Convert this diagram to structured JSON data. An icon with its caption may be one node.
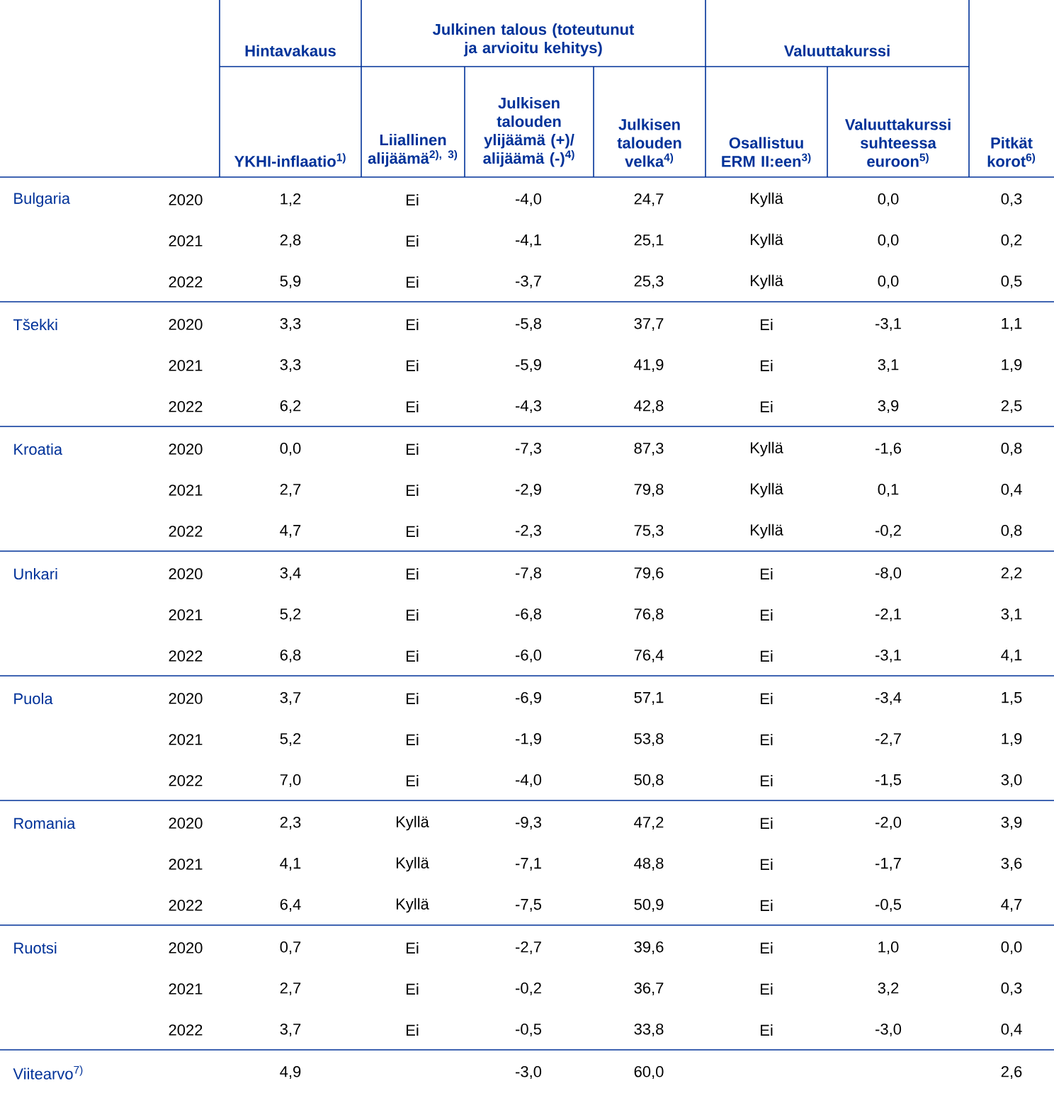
{
  "diagram": {
    "labels": [
      "Hintavakaus",
      "Julkinen talous (toteutunut ja arvioitu kehitys)",
      "Valuuttakurssi",
      "YKHI-inflaatio$^{1)}$",
      "Liiallinen alijäämä$^{2),}$ $^{3)}$",
      "Julkisen talouden ylijäämä (+)/ alijäämä (-)$^{4)}$",
      "Julkisen talouden velka$^{4)}$",
      "Osallistuu ERM II:een$^{3)}$",
      "Valuuttakurssi suhteessa euroon$^{5)}$",
      "Pitkät korot$^{6)}$",
      "Bulgaria",
      "2020",
      "1,2",
      "Ei",
      "-4,0",
      "24,7",
      "Kyllä",
      "0,0",
      "0,3",
      "2021",
      "2,8",
      "Ei",
      "-4,1",
      "25,1",
      "Kyllä",
      "0,0",
      "0,2",
      "2022",
      "5,9",
      "Ei",
      "-3,7",
      "25,3",
      "Kyllä",
      "0,0",
      "0,5",
      "Tšekki",
      "2020",
      "3,3",
      "Ei",
      "-5,8",
      "37,7",
      "Ei",
      "-3,1",
      "1,1",
      "2021",
      "3,3",
      "Ei",
      "-5,9",
      "41,9",
      "Ei",
      "3,1",
      "1,9",
      "2022",
      "6,2",
      "Ei",
      "-4,3",
      "42,8",
      "Ei",
      "3,9",
      "2,5",
      "Kroatia",
      "2020",
      "0,0",
      "Ei",
      "-7,3",
      "87,3",
      "Kyllä",
      "-1,6",
      "0,8",
      "2021",
      "2,7",
      "Ei",
      "-2,9",
      "79,8",
      "Kyllä",
      "0,1",
      "0,4",
      "2022",
      "4,7",
      "Ei",
      "-2,3",
      "75,3",
      "Kyllä",
      "-0,2",
      "0,8",
      "Unkari",
      "2020",
      "3,4",
      "Ei",
      "-7,8",
      "79,6",
      "Ei",
      "-8,0",
      "2,2",
      "2021",
      "5,2",
      "Ei",
      "-6,8",
      "76,8",
      "Ei",
      "-2,1",
      "3,1",
      "2022",
      "6,8",
      "Ei",
      "-6,0",
      "76,4",
      "Ei",
      "-3,1",
      "4,1",
      "Puola",
      "2020",
      "3,7",
      "Ei",
      "-6,9",
      "57,1",
      "Ei",
      "-3,4",
      "1,5",
      "2021",
      "5,2",
      "Ei",
      "-1,9",
      "53,8",
      "Ei",
      "-2,7",
      "1,9",
      "2022",
      "7,0",
      "Ei",
      "-4,0",
      "50,8",
      "Ei",
      "-1,5",
      "3,0",
      "Romania",
      "2020",
      "2,3",
      "Kyllä",
      "-9,3",
      "47,2",
      "Ei",
      "-2,0",
      "3,9",
      "2021",
      "4,1",
      "Kyllä",
      "-7,1",
      "48,8",
      "Ei",
      "-1,7",
      "3,6",
      "2022",
      "6,4",
      "Kyllä",
      "-7,5",
      "50,9",
      "Ei",
      "-0,5",
      "4,7",
      "Ruotsi",
      "2020",
      "0,7",
      "Ei",
      "-2,7",
      "39,6",
      "Ei",
      "1,0",
      "0,0",
      "2021",
      "2,7",
      "Ei",
      "-0,2",
      "36,7",
      "Ei",
      "3,2",
      "0,3",
      "2022",
      "3,7",
      "Ei",
      "-0,5",
      "33,8",
      "Ei",
      "-3,0",
      "0,4",
      "Viitearvo$^{7)}$",
      "4,9",
      "-3,0",
      "60,0",
      "2,6"
    ]
  }
}
